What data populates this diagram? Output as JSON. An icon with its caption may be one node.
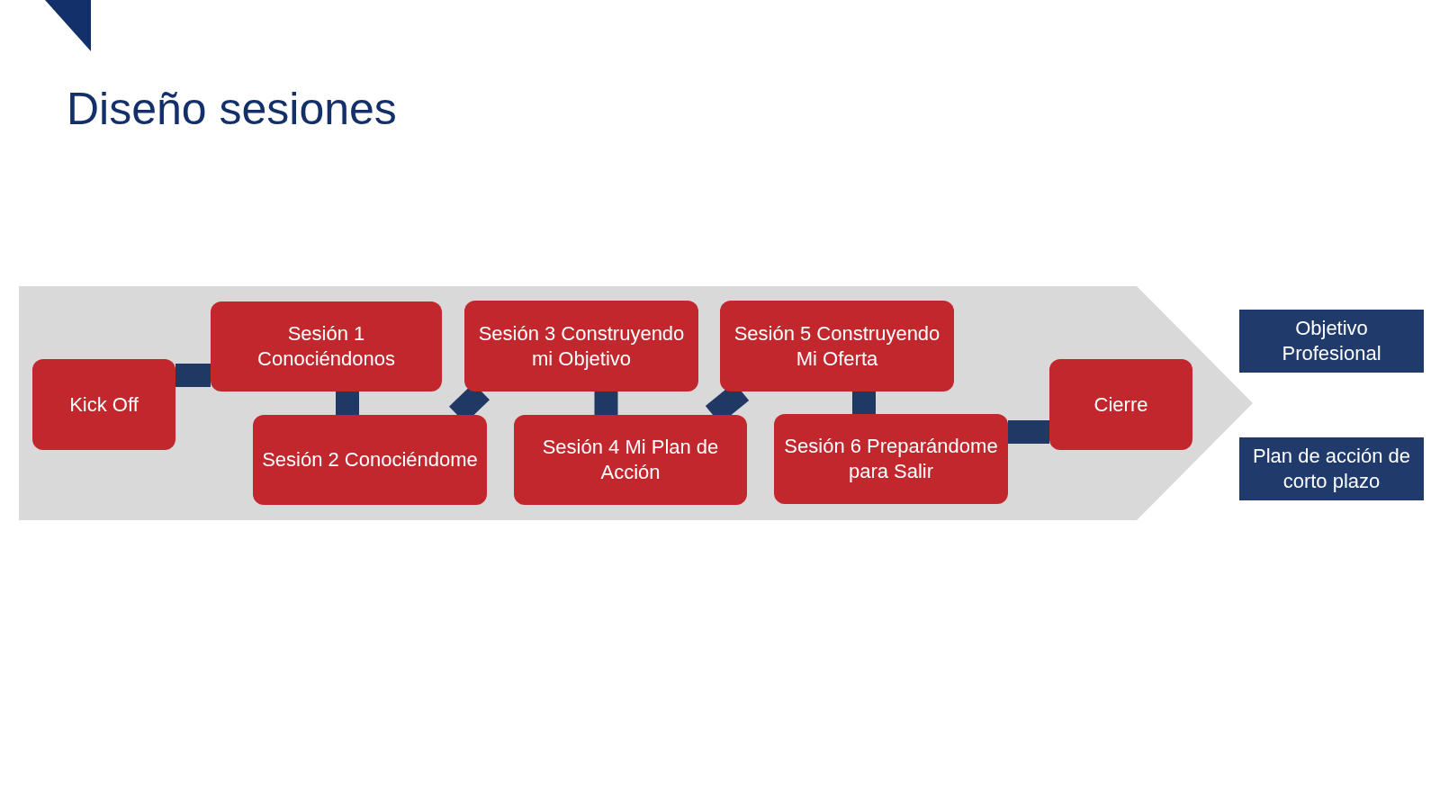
{
  "diagram": {
    "title": "Diseño sesiones",
    "nodes": [
      {
        "text": [],
        "shape": "arrow"
      },
      {
        "text": [
          "Kick Off"
        ],
        "in": 0
      },
      {
        "text": [
          "Sesión 1 Conociéndonos"
        ],
        "in": 0
      },
      {
        "text": [
          "Sesión 2 Conociéndome"
        ],
        "in": 0
      },
      {
        "text": [
          "Sesión 3 Construyendo mi Objetivo"
        ],
        "in": 0
      },
      {
        "text": [
          "Sesión 4 Mi Plan de Acción"
        ],
        "in": 0
      },
      {
        "text": [
          "Sesión 5 Construyendo Mi Oferta"
        ],
        "in": 0
      },
      {
        "text": [
          "Sesión 6 Preparándome para Salir"
        ],
        "in": 0
      },
      {
        "text": [
          "Cierre"
        ],
        "in": 0
      },
      {
        "text": [
          "Objetivo Profesional"
        ]
      },
      {
        "text": [
          "Plan de acción de corto plazo"
        ]
      }
    ],
    "edges": [
      {
        "from": 1,
        "to": 2,
        "arrow": "none"
      },
      {
        "from": 2,
        "to": 3,
        "arrow": "none"
      },
      {
        "from": 3,
        "to": 4,
        "arrow": "none"
      },
      {
        "from": 4,
        "to": 5,
        "arrow": "none"
      },
      {
        "from": 5,
        "to": 6,
        "arrow": "none"
      },
      {
        "from": 6,
        "to": 7,
        "arrow": "none"
      },
      {
        "from": 7,
        "to": 8,
        "arrow": "none"
      }
    ]
  }
}
